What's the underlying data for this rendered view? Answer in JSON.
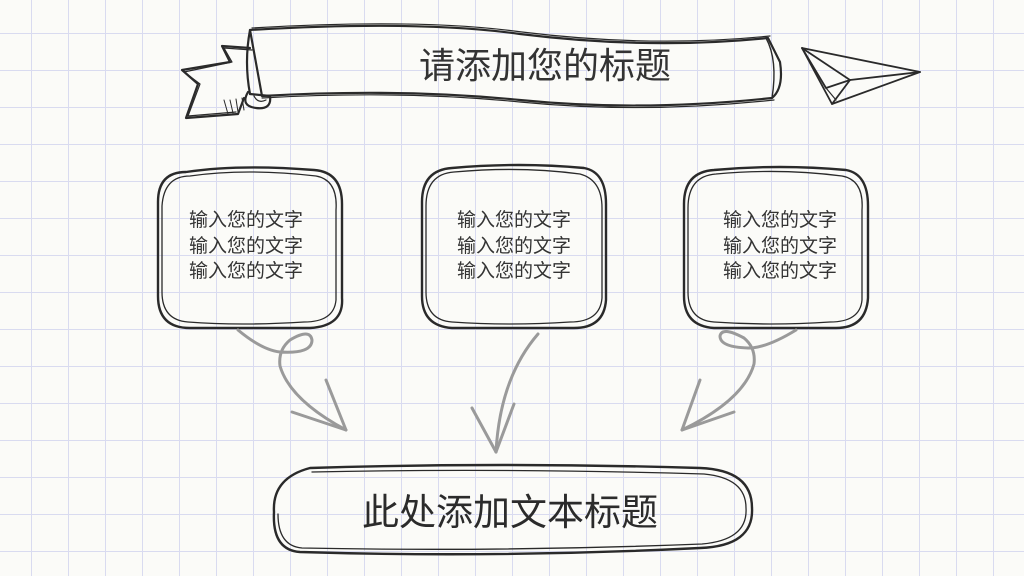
{
  "title": "请添加您的标题",
  "boxes": [
    {
      "lines": [
        "输入您的文字",
        "输入您的文字",
        "输入您的文字"
      ]
    },
    {
      "lines": [
        "输入您的文字",
        "输入您的文字",
        "输入您的文字"
      ]
    },
    {
      "lines": [
        "输入您的文字",
        "输入您的文字",
        "输入您的文字"
      ]
    }
  ],
  "bottom_title": "此处添加文本标题",
  "colors": {
    "ink": "#2a2a2a",
    "arrow": "#9a9a9a",
    "grid": "#d9dbf0",
    "paper": "#fbfbf8"
  },
  "icons": [
    "ribbon-banner",
    "paper-plane-icon"
  ]
}
